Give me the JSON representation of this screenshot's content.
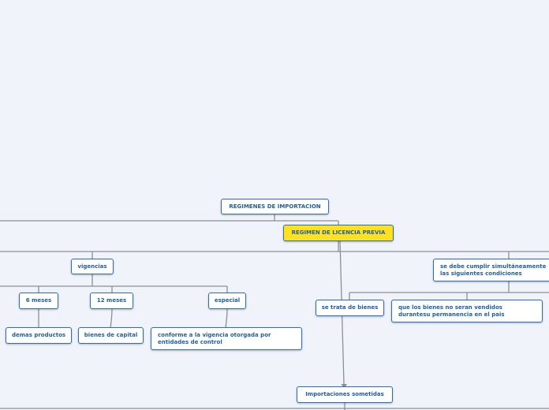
{
  "nodes": {
    "regimenes": "REGIMENES DE IMPORTACION",
    "licencia_previa": "REGIMEN DE LICENCIA PREVIA",
    "vigencias": "vigencias",
    "seis_meses": "6 meses",
    "doce_meses": "12 meses",
    "especial": "especial",
    "demas_productos": "demas productos",
    "bienes_capital": "bienes de capital",
    "conforme": "conforme a la vigencia otorgada por entidades de control",
    "se_trata": "se trata de bienes",
    "condiciones": "se debe cumplir simultáneamente las siguientes condiciones",
    "no_vendidos": "que los bienes no seran vendidos durantesu permanencia en el pais",
    "importaciones": "Importaciones sometidas"
  },
  "colors": {
    "background": "#f1f3fb",
    "node_border": "#2a6fc4",
    "node_text": "#1f5ea8",
    "highlight": "#ffe21f",
    "connector": "#8a8f98"
  }
}
